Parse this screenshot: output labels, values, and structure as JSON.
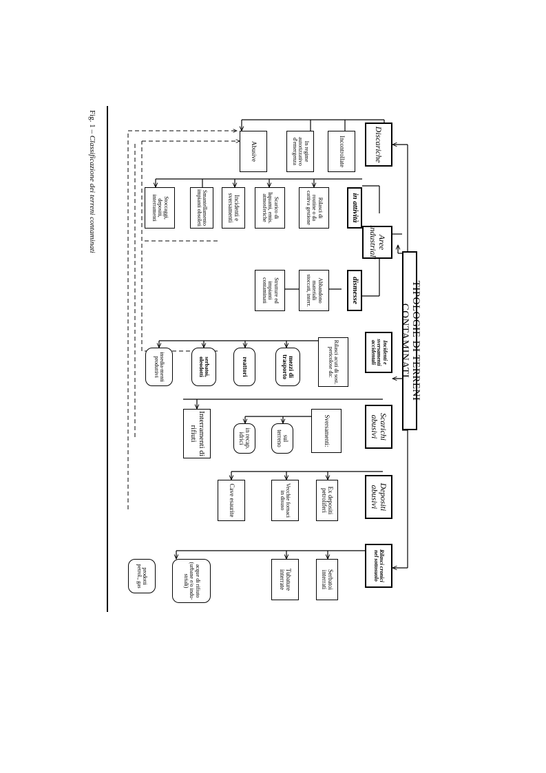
{
  "caption": {
    "fig_label": "Fig. 1",
    "separator": "–",
    "title": "Classificazione dei terreni contaminati"
  },
  "root": "TIPOLOGIE DI TERRENI CONTAMINATI",
  "categories": {
    "discariche": "Discariche",
    "aree_industriali": "Aree industriali",
    "incidenti": "Incidenti e sversamenti accidentali",
    "scarichi": "Scarichi abusivi",
    "depositi": "Depositi abusivi",
    "rilasci_cronici": "Rilasci cronici nel sottosuolo"
  },
  "discariche_items": {
    "incontrollate": "Incontrollate",
    "regime": "In regime autorizzativo d'emergenza",
    "abusive": "Abusive"
  },
  "aree": {
    "in_attivita": "in attività",
    "dismesse": "dismesse",
    "rilasci_routine": "Rilasci di routine o da cattiva gestione",
    "scarico_liquami": "Scarico di liquami, emis. atmosferiche",
    "incidenti_sversamenti": "Incidenti e sversamenti",
    "smantellamento": "Smantellamento impianti obsoleti",
    "stoccaggi": "Stoccaggi, depositi, interramenti",
    "abbandono": "Abbandono materiali stoccati, interr.",
    "strutture": "Strutture ed impianti contaminati"
  },
  "incidenti_items": {
    "rilasci_acuti": "Rilasci acuti di sost. pericolose da:",
    "mezzi": "mezzi di trasporto",
    "reattori": "reattori",
    "serbatoi": "serbatoi, oleodotti",
    "insediamenti": "insedia-menti produttivi"
  },
  "scarichi_items": {
    "sversamenti": "Sversamenti:",
    "sul_terreno": "sul terreno",
    "in_recapiti": "in recap. idrici",
    "interramenti": "Interramenti di rifiuti"
  },
  "depositi_items": {
    "ex_depositi": "Ex depositi petroliferi",
    "vecchie_fornaci": "Vecchie fornaci in disuso",
    "cave": "Cave esaurite"
  },
  "rilasci_items": {
    "serbatoi_interrati": "Serbatoi interrati",
    "tubature": "Tubature interrate",
    "acque_rifiuto": "acque di rifiuto (urbane e/o indu-striali)",
    "prodotti": "prodotti petrol., gas"
  }
}
